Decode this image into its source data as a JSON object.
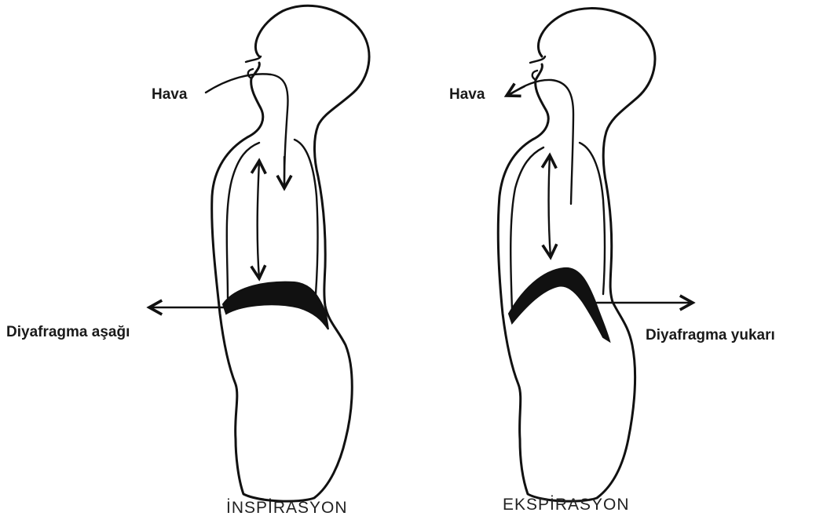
{
  "left": {
    "air_label": "Hava",
    "diaphragm_label": "Diyafragma aşağı",
    "caption": "İNSPİRASYON"
  },
  "right": {
    "air_label": "Hava",
    "diaphragm_label": "Diyafragma yukarı",
    "caption": "EKSPİRASYON"
  }
}
